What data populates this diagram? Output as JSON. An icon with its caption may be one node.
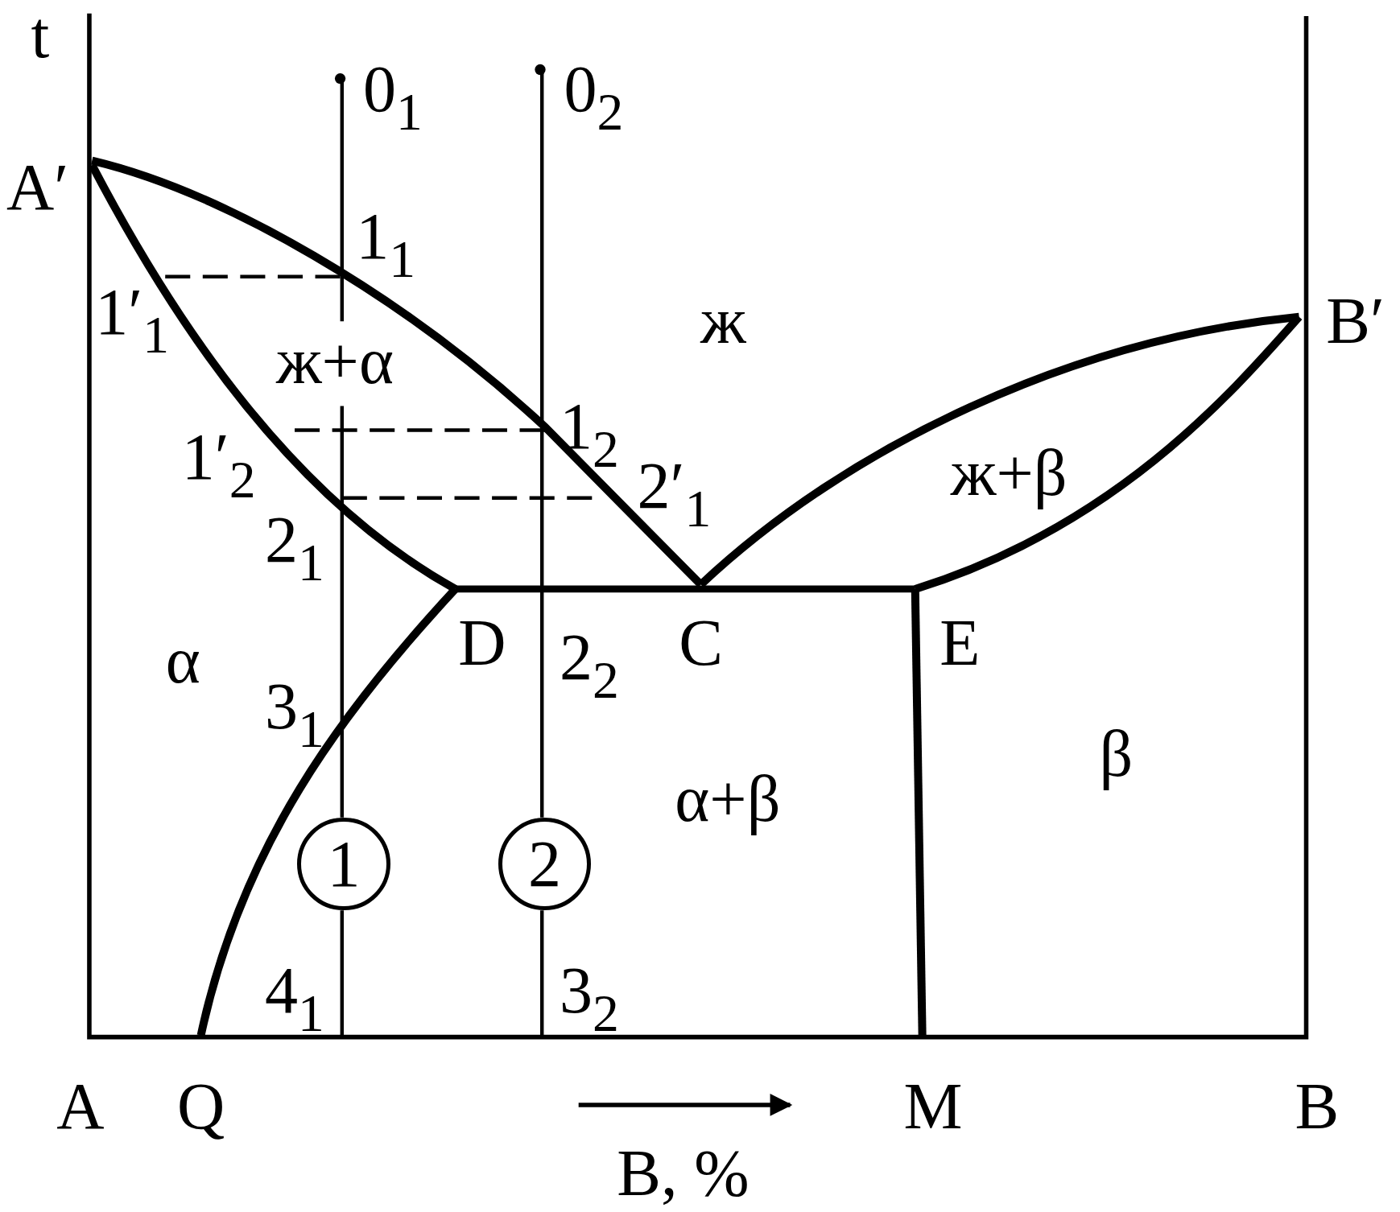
{
  "diagram": {
    "nodes": [
      {
        "text": [
          "1"
        ]
      },
      {
        "text": [
          "2"
        ]
      }
    ],
    "edges": [],
    "labels": [
      "t",
      "0$_{1}$",
      "0$_{2}$",
      "A′",
      "1$_{1}$",
      "1′$_{1}$",
      "ж",
      "B′",
      "ж+α",
      "1′$_{2}$",
      "1$_{2}$",
      "2′$_{1}$",
      "ж+β",
      "2$_{1}$",
      "α",
      "D",
      "2$_{2}$",
      "C",
      "E",
      "3$_{1}$",
      "β",
      "α+β",
      "4$_{1}$",
      "3$_{2}$",
      "A",
      "Q",
      "M",
      "B",
      "B, %"
    ]
  }
}
